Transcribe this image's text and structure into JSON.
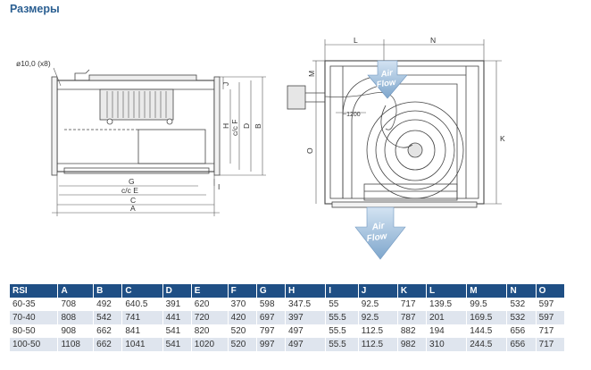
{
  "title": "Размеры",
  "side_view": {
    "hole_label": "ø10,0 (x8)",
    "labels": {
      "G": "G",
      "E": "c/c E",
      "C": "C",
      "A": "A",
      "J": "J",
      "H": "H",
      "F": "c/c F",
      "D": "D",
      "B": "B",
      "I": "I"
    }
  },
  "front_view": {
    "labels": {
      "L": "L",
      "N": "N",
      "M": "M",
      "O": "O",
      "K": "K",
      "cable": "~1200"
    },
    "airflow_text": [
      "Air",
      "Flow"
    ]
  },
  "table": {
    "headers": [
      "RSI",
      "A",
      "B",
      "C",
      "D",
      "E",
      "F",
      "G",
      "H",
      "I",
      "J",
      "K",
      "L",
      "M",
      "N",
      "O"
    ],
    "rows": [
      [
        "60-35",
        "708",
        "492",
        "640.5",
        "391",
        "620",
        "370",
        "598",
        "347.5",
        "55",
        "92.5",
        "717",
        "139.5",
        "99.5",
        "532",
        "597"
      ],
      [
        "70-40",
        "808",
        "542",
        "741",
        "441",
        "720",
        "420",
        "697",
        "397",
        "55.5",
        "92.5",
        "787",
        "201",
        "169.5",
        "532",
        "597"
      ],
      [
        "80-50",
        "908",
        "662",
        "841",
        "541",
        "820",
        "520",
        "797",
        "497",
        "55.5",
        "112.5",
        "882",
        "194",
        "144.5",
        "656",
        "717"
      ],
      [
        "100-50",
        "1108",
        "662",
        "1041",
        "541",
        "1020",
        "520",
        "997",
        "497",
        "55.5",
        "112.5",
        "982",
        "310",
        "244.5",
        "656",
        "717"
      ]
    ]
  },
  "colors": {
    "title": "#2b5f92",
    "table_header": "#1f4f85",
    "row_alt": "#dfe5ee",
    "arrow": "#8fb3d6"
  }
}
